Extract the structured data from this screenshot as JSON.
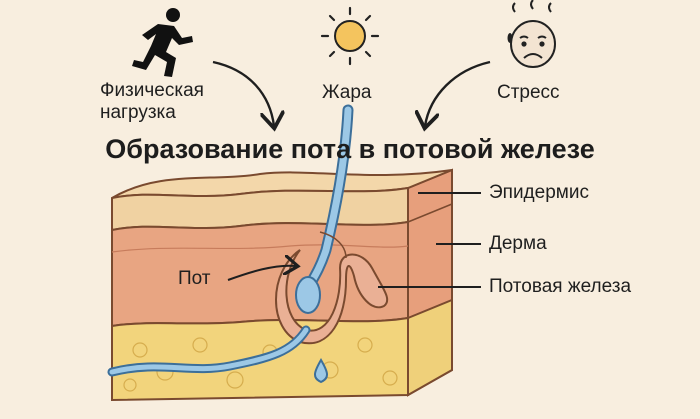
{
  "title": "Образование пота в потовой железе",
  "causes": [
    {
      "label": "Физическая нагрузка",
      "line1": "Физическая",
      "line2": "нагрузка",
      "icon": "running-person-icon"
    },
    {
      "label": "Жара",
      "icon": "sun-icon"
    },
    {
      "label": "Стресс",
      "icon": "stressed-face-icon"
    }
  ],
  "labels": {
    "epidermis": "Эпидермис",
    "dermis": "Дерма",
    "gland": "Потовая железа",
    "sweat": "Пот"
  },
  "colors": {
    "background": "#f8eedf",
    "epidermis": "#f0d2a2",
    "dermis": "#e8a07e",
    "fat": "#f2d47c",
    "sweat": "#9cc8e6",
    "sun": "#f4c45e"
  }
}
